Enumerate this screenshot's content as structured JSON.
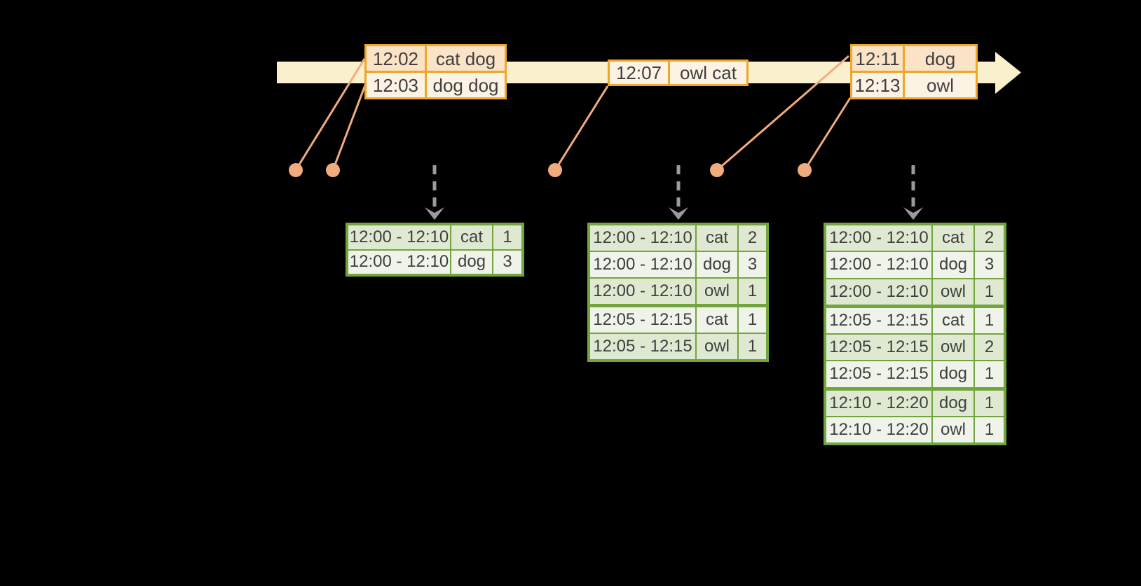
{
  "timeline": {
    "event_tables": [
      {
        "rows": [
          {
            "time": "12:02",
            "words": "cat dog"
          },
          {
            "time": "12:03",
            "words": "dog dog"
          }
        ]
      },
      {
        "rows": [
          {
            "time": "12:07",
            "words": "owl cat"
          }
        ]
      },
      {
        "rows": [
          {
            "time": "12:11",
            "words": "dog"
          },
          {
            "time": "12:13",
            "words": "owl"
          }
        ]
      }
    ]
  },
  "result_tables": [
    {
      "rows": [
        {
          "window": "12:00 - 12:10",
          "word": "cat",
          "count": "1"
        },
        {
          "window": "12:00 - 12:10",
          "word": "dog",
          "count": "3"
        }
      ]
    },
    {
      "rows": [
        {
          "window": "12:00 - 12:10",
          "word": "cat",
          "count": "2"
        },
        {
          "window": "12:00 - 12:10",
          "word": "dog",
          "count": "3"
        },
        {
          "window": "12:00 - 12:10",
          "word": "owl",
          "count": "1"
        },
        {
          "window": "12:05 - 12:15",
          "word": "cat",
          "count": "1"
        },
        {
          "window": "12:05 - 12:15",
          "word": "owl",
          "count": "1"
        }
      ]
    },
    {
      "rows": [
        {
          "window": "12:00 - 12:10",
          "word": "cat",
          "count": "2"
        },
        {
          "window": "12:00 - 12:10",
          "word": "dog",
          "count": "3"
        },
        {
          "window": "12:00 - 12:10",
          "word": "owl",
          "count": "1"
        },
        {
          "window": "12:05 - 12:15",
          "word": "cat",
          "count": "1"
        },
        {
          "window": "12:05 - 12:15",
          "word": "owl",
          "count": "2"
        },
        {
          "window": "12:05 - 12:15",
          "word": "dog",
          "count": "1"
        },
        {
          "window": "12:10 - 12:20",
          "word": "dog",
          "count": "1"
        },
        {
          "window": "12:10 - 12:20",
          "word": "owl",
          "count": "1"
        }
      ]
    }
  ],
  "colors": {
    "background": "#000000",
    "timeline_band": "#fbf0cd",
    "event_table_border": "#f0a627",
    "event_row_dark": "#fae3c6",
    "event_row_light": "#fdf3e4",
    "connector": "#f1ac7e",
    "result_table_border": "#72a53e",
    "result_row_dark": "#dfe9d2",
    "result_row_light": "#eff3e9",
    "trigger_arrow": "#9b9b9b",
    "text": "#3f3f3f"
  }
}
